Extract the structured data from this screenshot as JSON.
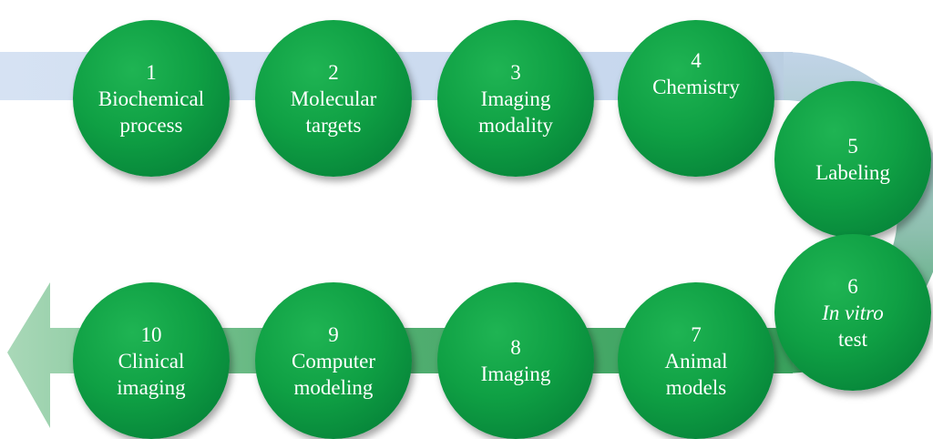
{
  "colors": {
    "top_band": "#c9d8ee",
    "bottom_band": "#2e9e57",
    "circle": "#0fa044",
    "text": "#ffffff"
  },
  "steps": [
    {
      "num": "1",
      "label": [
        "Biochemical",
        "process"
      ]
    },
    {
      "num": "2",
      "label": [
        "Molecular",
        "targets"
      ]
    },
    {
      "num": "3",
      "label": [
        "Imaging",
        "modality"
      ]
    },
    {
      "num": "4",
      "label": [
        "Chemistry"
      ]
    },
    {
      "num": "5",
      "label": [
        "Labeling"
      ]
    },
    {
      "num": "6",
      "label": [
        "In vitro",
        "test"
      ]
    },
    {
      "num": "7",
      "label": [
        "Animal",
        "models"
      ]
    },
    {
      "num": "8",
      "label": [
        "Imaging"
      ]
    },
    {
      "num": "9",
      "label": [
        "Computer",
        "modeling"
      ]
    },
    {
      "num": "10",
      "label": [
        "Clinical",
        "imaging"
      ]
    }
  ]
}
